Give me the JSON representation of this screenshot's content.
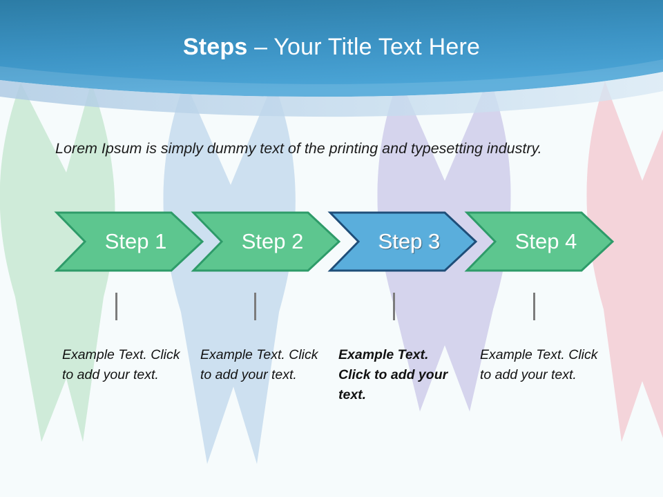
{
  "slide": {
    "title_strong": "Steps",
    "title_rest": " – Your Title Text Here",
    "body_text": "Lorem Ipsum is simply dummy text of the printing and typesetting industry."
  },
  "theme": {
    "header_top": "#2C7CA5",
    "header_bottom": "#47A0D3",
    "header_band": "#B9D3EA",
    "canvas": "#F6FBFC",
    "chevron_green_fill": "#5DC68F",
    "chevron_green_stroke": "#2E9B69",
    "chevron_blue_fill": "#5AAEDC",
    "chevron_blue_stroke": "#1F4E79",
    "tick_color": "#7C7C7C",
    "ribbon_green": "#BCE3C6",
    "ribbon_blue": "#BDD6EB",
    "ribbon_purple": "#C6C3E6",
    "ribbon_pink": "#F2C3CC"
  },
  "steps": [
    {
      "label": "Step 1",
      "state": "normal",
      "color": "green",
      "caption": "Example Text. Click  to add your text.",
      "caption_bold": false
    },
    {
      "label": "Step 2",
      "state": "normal",
      "color": "green",
      "caption": "Example Text. Click  to add your text.",
      "caption_bold": false
    },
    {
      "label": "Step 3",
      "state": "active",
      "color": "blue",
      "caption": "Example Text. Click  to add your text.",
      "caption_bold": true
    },
    {
      "label": "Step 4",
      "state": "normal",
      "color": "green",
      "caption": "Example Text. Click  to add your text.",
      "caption_bold": false
    }
  ],
  "icons": {
    "ribbon": "awareness-ribbon-icon",
    "chevron": "chevron-arrow-icon",
    "tick": "vertical-connector-icon"
  }
}
